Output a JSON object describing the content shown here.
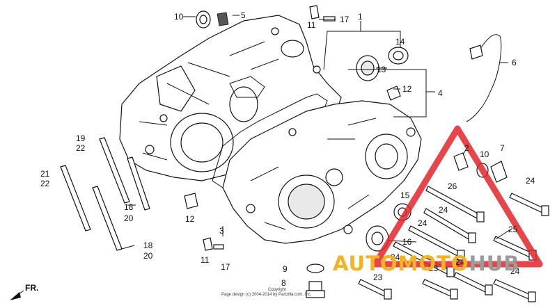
{
  "diagram": {
    "callouts": [
      "1",
      "2",
      "3",
      "4",
      "5",
      "6",
      "7",
      "8",
      "9",
      "10",
      "11",
      "12",
      "13",
      "14",
      "15",
      "16",
      "17",
      "18",
      "19",
      "20",
      "21",
      "22",
      "23",
      "24",
      "25",
      "26"
    ],
    "labels": {
      "c10": "10",
      "c5": "5",
      "c11a": "11",
      "c17a": "17",
      "c1": "1",
      "c14": "14",
      "c13": "13",
      "c6": "6",
      "c12a": "12",
      "c4": "4",
      "c19": "19",
      "c22a": "22",
      "c21": "21",
      "c22b": "22",
      "c18a": "18",
      "c20a": "20",
      "c12b": "12",
      "c3": "3",
      "c18b": "18",
      "c20b": "20",
      "c11b": "11",
      "c17b": "17",
      "c9": "9",
      "c8": "8",
      "c2": "2",
      "c10b": "10",
      "c7": "7",
      "c24a": "24",
      "c15": "15",
      "c26": "26",
      "c24b": "24",
      "c24c": "24",
      "c25": "25",
      "c16": "16",
      "c24d": "24",
      "c23a": "23",
      "c23b": "23",
      "c24e": "24",
      "c24f": "24"
    },
    "direction_label": "FR.",
    "copyright_line1": "Copyright",
    "copyright_line2": "Page design (c) 2004-2014 by Partzilla.com, Inc."
  },
  "watermark": {
    "part1": "AUTOMOTO",
    "part2": "HUB",
    "colors": {
      "accent": "#f3b324",
      "gray": "#9b9b9b",
      "triangle": "#e0252b"
    }
  }
}
